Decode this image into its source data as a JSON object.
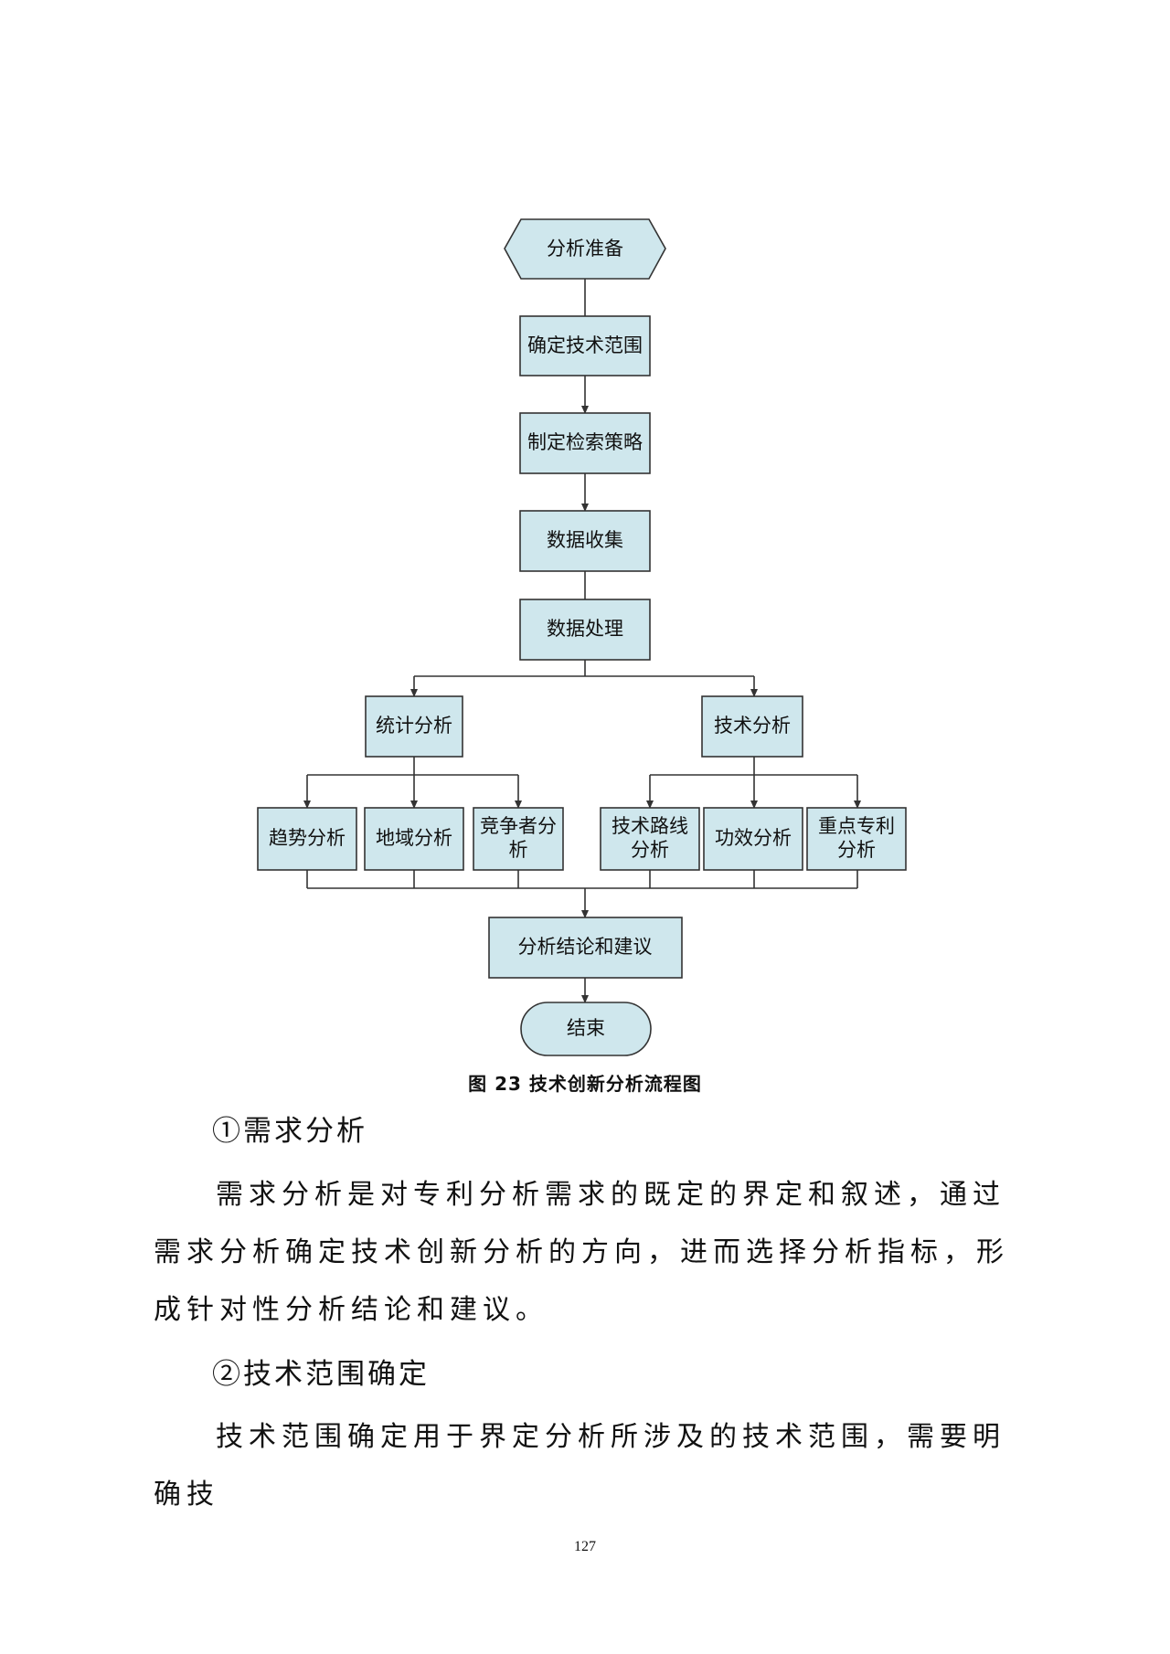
{
  "figure": {
    "nodes": {
      "start": "分析准备",
      "scope": "确定技术范围",
      "strategy": "制定检索策略",
      "collect": "数据收集",
      "process": "数据处理",
      "stat": "统计分析",
      "tech": "技术分析",
      "trend": "趋势分析",
      "region": "地域分析",
      "competitor": [
        "竞争者分",
        "析"
      ],
      "route": [
        "技术路线",
        "分析"
      ],
      "effect": "功效分析",
      "keypatent": [
        "重点专利",
        "分析"
      ],
      "conclusion": "分析结论和建议",
      "end": "结束"
    },
    "caption_prefix": "图",
    "caption_number": "23",
    "caption_title": "技术创新分析流程图",
    "colors": {
      "box_fill": "#cfe7ed",
      "box_stroke": "#333333",
      "line": "#333333"
    }
  },
  "sections": [
    {
      "heading": "①需求分析",
      "paragraph": "需求分析是对专利分析需求的既定的界定和叙述，通过需求分析确定技术创新分析的方向，进而选择分析指标，形成针对性分析结论和建议。"
    },
    {
      "heading": "②技术范围确定",
      "paragraph": "技术范围确定用于界定分析所涉及的技术范围，需要明确技"
    }
  ],
  "page_number": "127"
}
